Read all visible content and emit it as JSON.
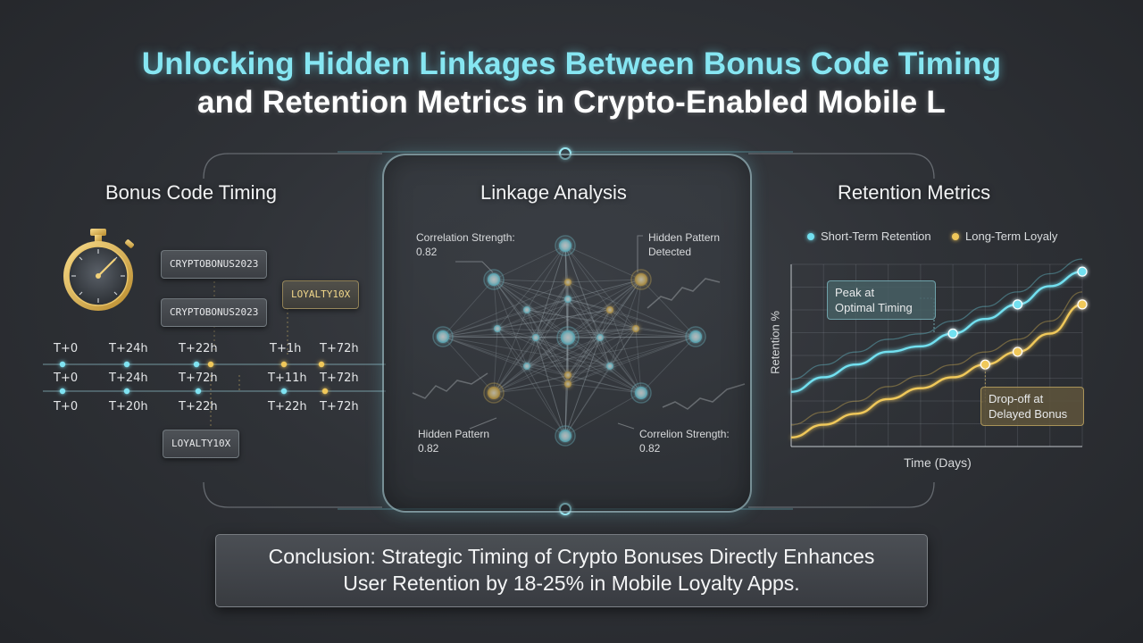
{
  "title": {
    "line1": "Unlocking Hidden Linkages Between Bonus Code Timing",
    "line2": "and Retention Metrics in Crypto-Enabled Mobile L"
  },
  "sections": {
    "left": "Bonus Code Timing",
    "center": "Linkage Analysis",
    "right": "Retention Metrics"
  },
  "left": {
    "stopwatch_icon": "stopwatch-icon",
    "codes": [
      {
        "label": "CRYPTOBONUS2023",
        "color": "#e7e8ea"
      },
      {
        "label": "CRYPTOBONUS2023",
        "color": "#e7e8ea"
      },
      {
        "label": "LOYALTY10X",
        "color": "#f1d78a"
      },
      {
        "label": "LOYALTY10X",
        "color": "#e7e8ea"
      }
    ],
    "timeline_rows": [
      [
        "T+0",
        "T+24h",
        "T+22h",
        "T+1h",
        "T+72h"
      ],
      [
        "T+0",
        "T+24h",
        "T+72h",
        "T+11h",
        "T+72h"
      ],
      [
        "T+0",
        "T+20h",
        "T+22h",
        "T+22h",
        "T+72h"
      ]
    ]
  },
  "center": {
    "tl_label": "Correlation Strength:",
    "tl_value": "0.82",
    "tr_label1": "Hidden Pattern",
    "tr_label2": "Detected",
    "bl_label": "Hidden Pattern",
    "bl_value": "0.82",
    "br_label": "Correlion Strength:",
    "br_value": "0.82"
  },
  "colors": {
    "cyan": "#72e0f0",
    "gold": "#f0c85a",
    "background": "#2f3237"
  },
  "chart_data": {
    "type": "line",
    "title": "Retention Metrics",
    "xlabel": "Time (Days)",
    "ylabel": "Retention %",
    "grid": true,
    "legend_position": "top",
    "series": [
      {
        "name": "Short-Term Retention",
        "color": "#72e0f0",
        "y": [
          30,
          38,
          45,
          52,
          55,
          62,
          70,
          78,
          88,
          96
        ]
      },
      {
        "name": "Long-Term Loyaly",
        "color": "#f0c85a",
        "y": [
          5,
          12,
          18,
          26,
          32,
          38,
          45,
          52,
          62,
          78
        ]
      }
    ],
    "x": [
      0,
      1,
      2,
      3,
      4,
      5,
      6,
      7,
      8,
      9
    ],
    "annotations": [
      {
        "text1": "Peak at",
        "text2": "Optimal Timing"
      },
      {
        "text1": "Drop-off at",
        "text2": "Delayed Bonus"
      }
    ]
  },
  "conclusion": {
    "line1": "Conclusion: Strategic Timing of Crypto Bonuses Directly Enhances",
    "line2": "User Retention by 18-25% in Mobile Loyalty Apps."
  }
}
